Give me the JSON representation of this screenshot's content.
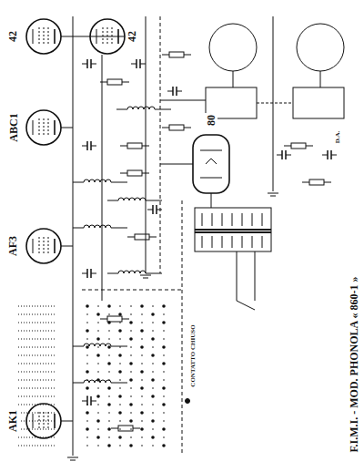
{
  "diagram": {
    "title": "F.I.M.I. - MOD. PHONOLA « 860-1 »",
    "labels": [
      "42",
      "42",
      "ABC1",
      "AF3",
      "AK1",
      "80",
      "CONTATTO CHIUSO",
      "D.A."
    ]
  }
}
